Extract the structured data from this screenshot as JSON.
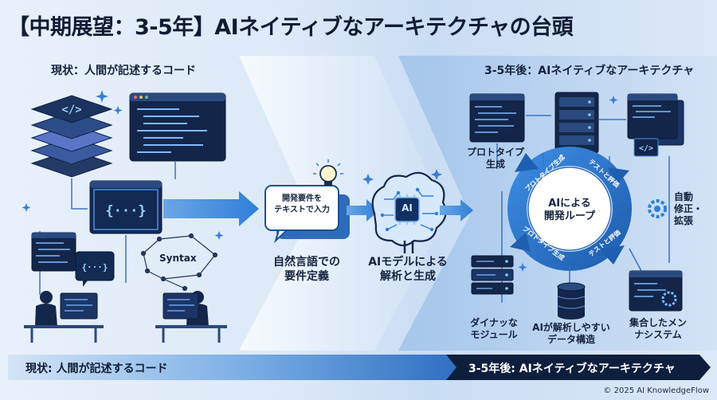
{
  "title": "【中期展望：3-5年】AIネイティブなアーキテクチャの台頭",
  "left_heading": "現状：人間が記述するコード",
  "right_heading": "3-5年後：AIネイティブなアーキテクチャ",
  "bubble_text_1": "開発要件を",
  "bubble_text_2": "テキストで入力",
  "syntax_label": "Syntax",
  "brace_glyph": "{···}",
  "ai_chip_label": "AI",
  "step_nl_1": "自然言語での",
  "step_nl_2": "要件定義",
  "step_ai_1": "AIモデルによる",
  "step_ai_2": "解析と生成",
  "cycle_center_1": "AIによる",
  "cycle_center_2": "開発ループ",
  "cycle_arc_labels": [
    "プロトタイプ生成",
    "テストと評価",
    "プロトタイプ生成",
    "テストと評価"
  ],
  "prototype_label_1": "プロトタイプ",
  "prototype_label_2": "生成",
  "auto_label_1": "自動",
  "auto_label_2": "修正・",
  "auto_label_3": "拡張",
  "modules_label_1": "ダイナッな",
  "modules_label_2": "モジュール",
  "data_label_1": "AIが解析しやすい",
  "data_label_2": "データ構造",
  "meshed_label_1": "集合したメン",
  "meshed_label_2": "ナシステム",
  "bottom_left": "現状: 人間が記述するコード",
  "bottom_right": "3-5年後: AIネイティブなアーキテクチャ",
  "footer": "© 2025 AI KnowledgeFlow",
  "colors": {
    "navy": "#0f2547",
    "accent": "#2f7fd8",
    "light": "#9cc7f0",
    "bar_dark": "#0d1f3d"
  }
}
